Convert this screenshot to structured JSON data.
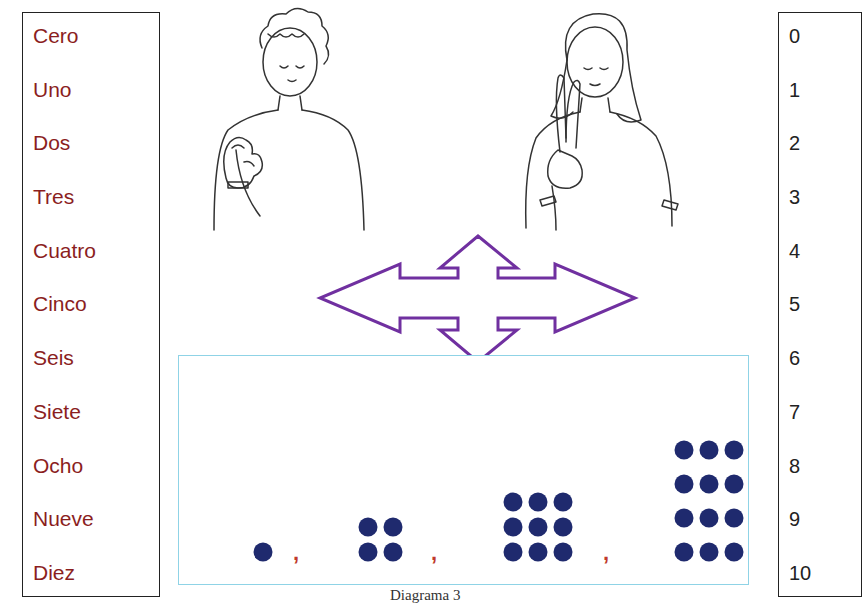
{
  "diagram": {
    "caption": "Diagrama 3",
    "nodes": [
      {
        "text": [
          "Cero",
          "Uno",
          "Dos",
          "Tres",
          "Cuatro",
          "Cinco",
          "Seis",
          "Siete",
          "Ocho",
          "Nueve",
          "Diez"
        ]
      },
      {
        "text": [
          ",",
          ",",
          ","
        ]
      },
      {
        "text": [
          "0",
          "1",
          "2",
          "3",
          "4",
          "5",
          "6",
          "7",
          "8",
          "9",
          "10"
        ]
      }
    ]
  }
}
